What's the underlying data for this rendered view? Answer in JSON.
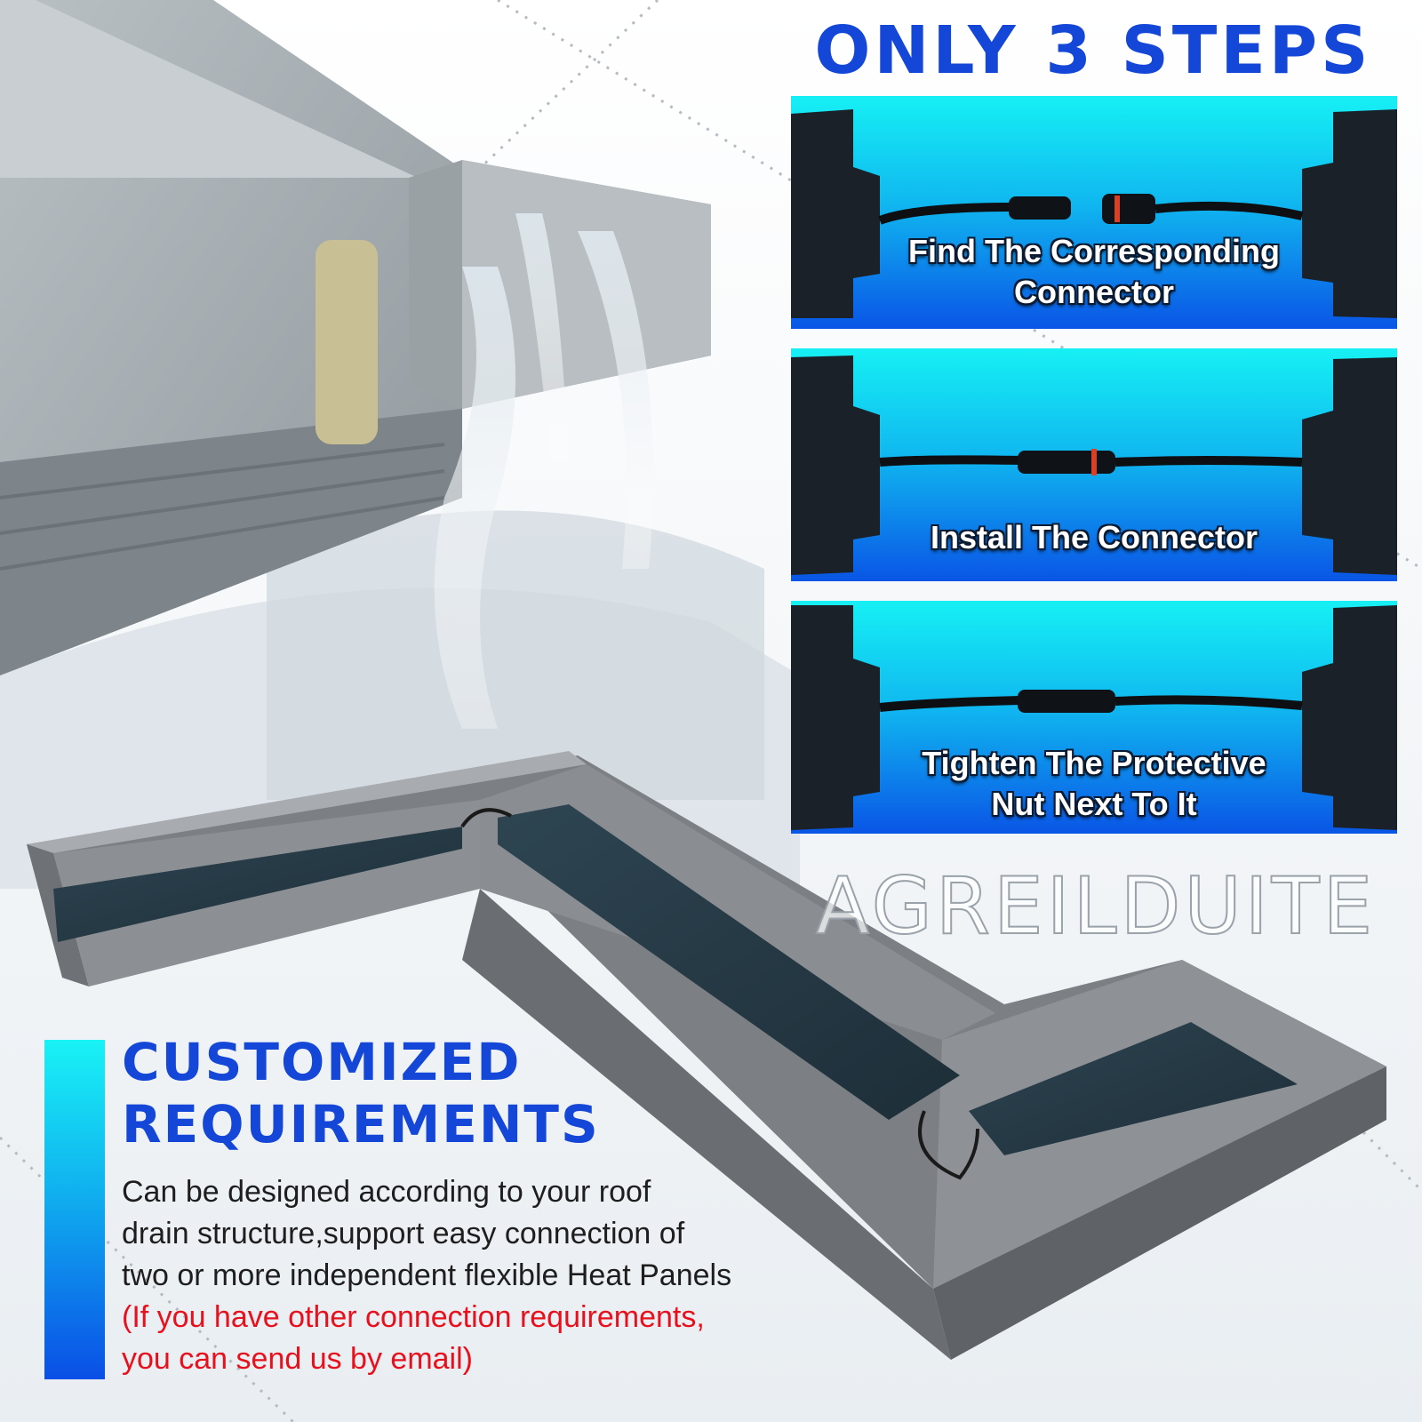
{
  "title": "ONLY 3 STEPS",
  "steps": [
    {
      "line1": "Find The Corresponding",
      "line2": "Connector"
    },
    {
      "line1": "Install The Connector",
      "line2": ""
    },
    {
      "line1": "Tighten The Protective",
      "line2": "Nut Next To It"
    }
  ],
  "brand": "AGREILDUITE",
  "customized": {
    "heading_line1": "CUSTOMIZED",
    "heading_line2": "REQUIREMENTS",
    "body_line1": "Can be designed according to your roof",
    "body_line2": "drain structure,support easy connection of",
    "body_line3": "two or more independent flexible Heat Panels",
    "note_line1": "(If you have other connection requirements,",
    "note_line2": "you can send us by email)"
  },
  "colors": {
    "title_blue": "#1447d8",
    "note_red": "#e8101c",
    "step_gradient_top": "#16f0f4",
    "step_gradient_bottom": "#0a55e6"
  },
  "icons": [
    "gutter-photo",
    "heat-panel-icon",
    "connector-cable-icon",
    "gutter-model-illustration"
  ]
}
